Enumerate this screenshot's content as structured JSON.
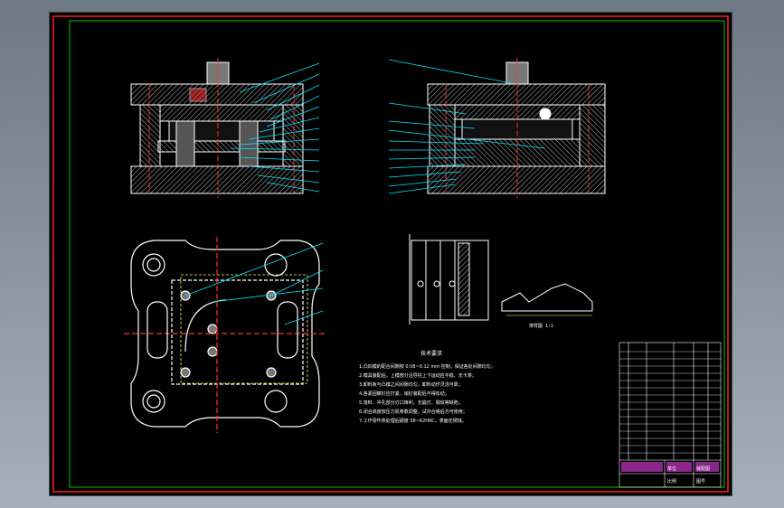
{
  "drawing": {
    "notes_title": "技术要求",
    "notes": [
      "1.凸凹模的配合间隙按 0.08~0.12 mm 控制，保证各处间隙均匀；",
      "2.模具装配后，上模部分沿导柱上下运动应平稳、无卡滞；",
      "3.卸料板与凸模之间间隙均匀，卸料动作灵活可靠；",
      "4.各紧固螺钉应拧紧，销钉装配后不得松动；",
      "5.落料、冲孔部分刃口锋利，无崩刃、裂纹等缺陷；",
      "6.闭合高度按压力机参数调整，试冲合格后方可使用；",
      "7.工作零件热处理后硬度 58~62HRC，表面无锈蚀。"
    ],
    "strip_caption": "排样图  1:1",
    "title_block": {
      "company_label": "单位",
      "drawing_name": "装配图",
      "scale_label": "比例",
      "sheet_label": "图号"
    },
    "colors": {
      "border_red": "#ff1e1e",
      "border_green": "#00c800",
      "outline": "#ffffff",
      "hatch": "#cfcfcf",
      "leader": "#00e5ff",
      "center": "#ff3030",
      "dim_yellow": "#ffff50",
      "magenta": "#ff46ff"
    }
  }
}
